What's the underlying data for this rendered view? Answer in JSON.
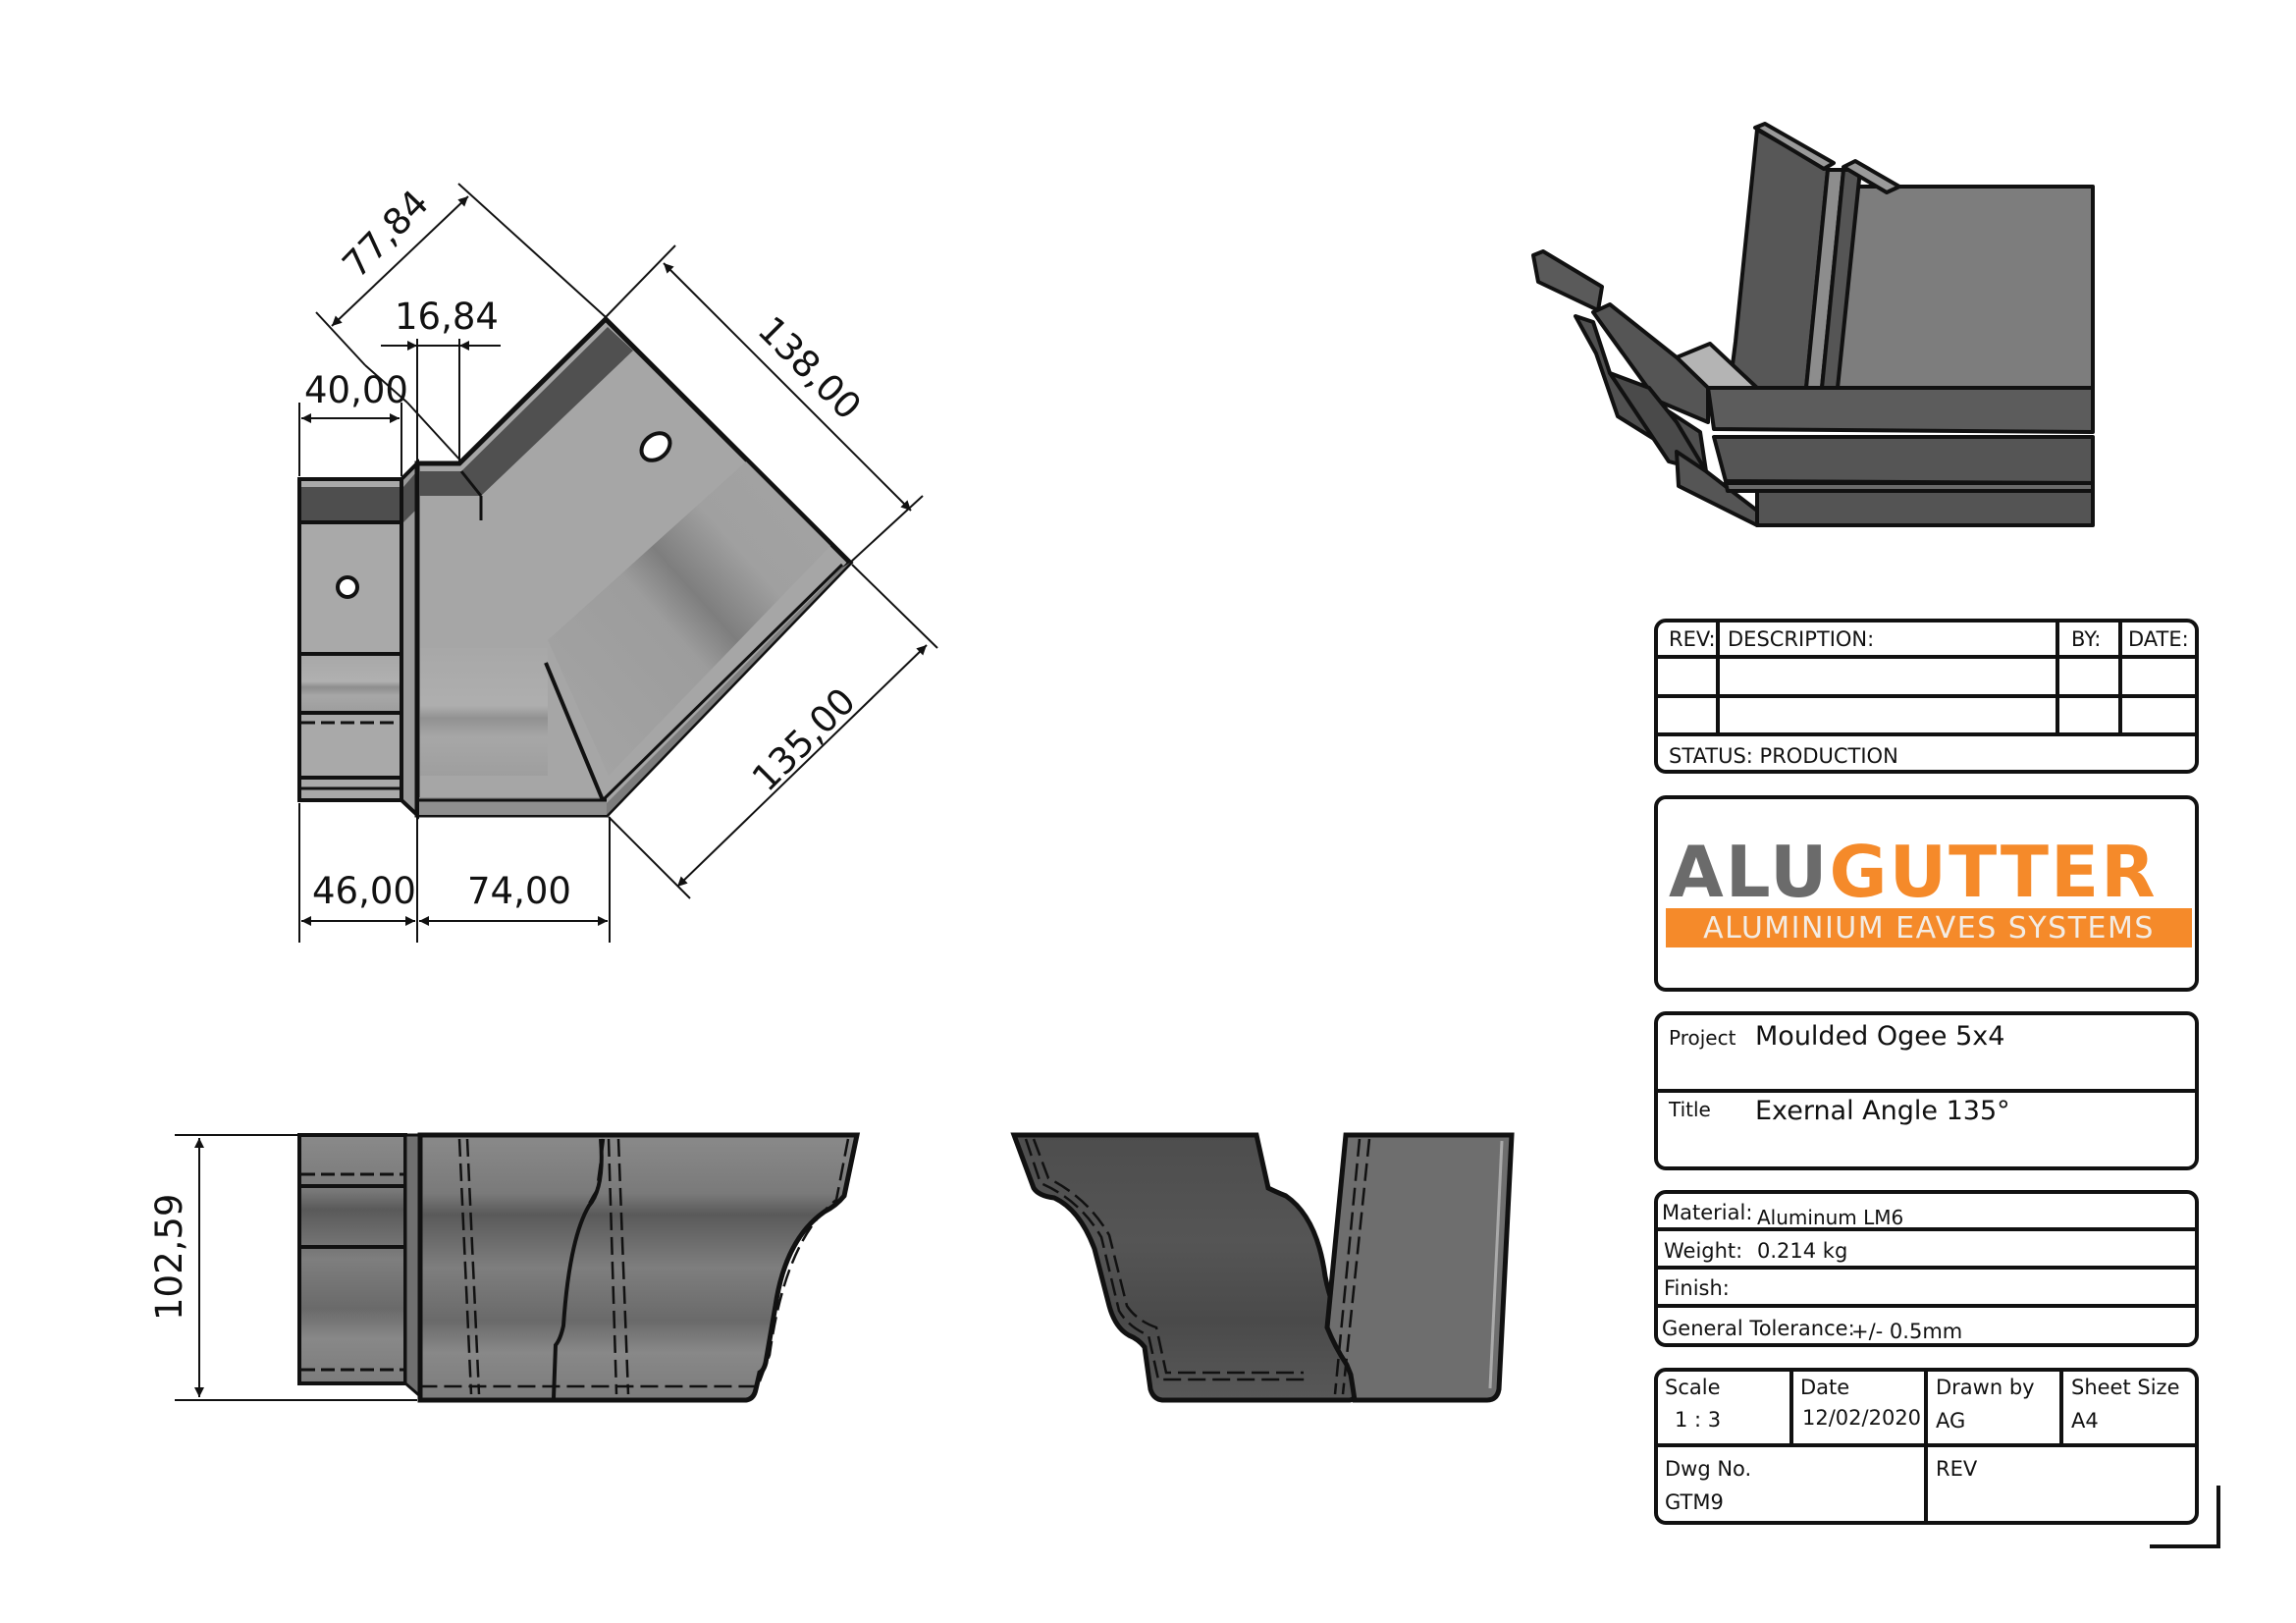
{
  "sheet": {
    "background": "#ffffff",
    "line_color": "#111111"
  },
  "plan_view": {
    "dimensions": {
      "d_77_84": "77,84",
      "d_16_84": "16,84",
      "d_40_00": "40,00",
      "d_138_00": "138,00",
      "d_135_00": "135,00",
      "d_46_00": "46,00",
      "d_74_00": "74,00"
    }
  },
  "side_view": {
    "dimensions": {
      "height": "102,59"
    }
  },
  "revision_table": {
    "headers": {
      "rev": "REV:",
      "description": "DESCRIPTION:",
      "by": "BY:",
      "date": "DATE:"
    },
    "rows": [
      {
        "rev": "",
        "description": "",
        "by": "",
        "date": ""
      },
      {
        "rev": "",
        "description": "",
        "by": "",
        "date": ""
      }
    ],
    "status": "STATUS: PRODUCTION"
  },
  "logo": {
    "part1": "ALU",
    "part2": "GUTTER",
    "tagline": "ALUMINIUM EAVES SYSTEMS",
    "gray": "#6b6b6b",
    "orange": "#f58a2a"
  },
  "project_block": {
    "project_label": "Project",
    "project_value": "Moulded Ogee 5x4",
    "title_label": "Title",
    "title_value": "Exernal Angle 135°"
  },
  "material_block": {
    "material_label": "Material:",
    "material_value": "Aluminum LM6",
    "weight_label": "Weight:",
    "weight_value": "0.214 kg",
    "finish_label": "Finish:",
    "finish_value": "",
    "tolerance_label": "General Tolerance:",
    "tolerance_value": "+/- 0.5mm"
  },
  "info_block": {
    "scale_label": "Scale",
    "scale_value": "1 : 3",
    "date_label": "Date",
    "date_value": "12/02/2020",
    "drawn_by_label": "Drawn by",
    "drawn_by_value": "AG",
    "sheet_size_label": "Sheet Size",
    "sheet_size_value": "A4",
    "dwg_no_label": "Dwg No.",
    "dwg_no_value": "GTM9",
    "rev_label": "REV",
    "rev_value": ""
  }
}
